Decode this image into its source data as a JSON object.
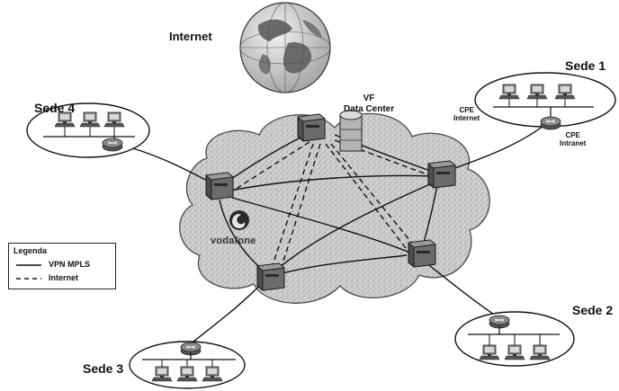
{
  "labels": {
    "internet": "Internet",
    "data_center_line1": "VF",
    "data_center_line2": "Data Center",
    "sede1": "Sede 1",
    "sede2": "Sede 2",
    "sede3": "Sede 3",
    "sede4": "Sede 4",
    "cpe_internet_line1": "CPE",
    "cpe_internet_line2": "Internet",
    "cpe_intranet_line1": "CPE",
    "cpe_intranet_line2": "Intranet",
    "vodafone": "vodafone"
  },
  "legend": {
    "title": "Legenda",
    "vpn_label": "VPN MPLS",
    "internet_label": "Internet"
  },
  "colors": {
    "cloud_fill": "#c8c8c8",
    "cloud_stroke": "#555555",
    "router_fill": "#7a7a7a",
    "globe_land": "#6a6a6a",
    "globe_sea": "#e4e4e4",
    "line": "#111111"
  },
  "icons": {
    "globe": "globe-icon",
    "router": "router-icon",
    "pc": "pc-icon",
    "server": "server-icon",
    "vodafone_logo": "vodafone-logo-icon"
  }
}
